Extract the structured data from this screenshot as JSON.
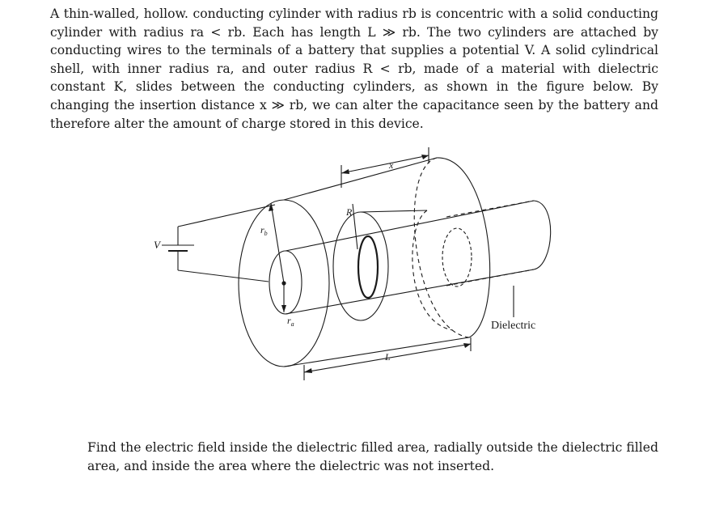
{
  "problem": {
    "statement": "A thin-walled, hollow. conducting cylinder with radius rb is concentric with a solid conducting cylinder with radius ra < rb. Each has length L ≫ rb. The two cylinders are attached by conducting wires to the terminals of a battery that supplies a potential V. A solid cylindrical shell, with inner radius ra, and outer radius R < rb, made of a material with dielectric constant K, slides between the conducting cylinders, as shown in the figure below. By changing the insertion distance x ≫ rb, we can alter the capacitance seen by the battery and therefore alter the amount of charge stored in this device."
  },
  "figure": {
    "labels": {
      "voltage": "V",
      "rb": "r",
      "rb_sub": "b",
      "ra": "r",
      "ra_sub": "a",
      "R": "R",
      "x": "x",
      "L": "L",
      "dielectric": "Dielectric"
    }
  },
  "question": {
    "text": "Find the electric field inside the dielectric filled area, radially outside the dielectric filled area, and inside the area where the dielectric was not inserted."
  }
}
